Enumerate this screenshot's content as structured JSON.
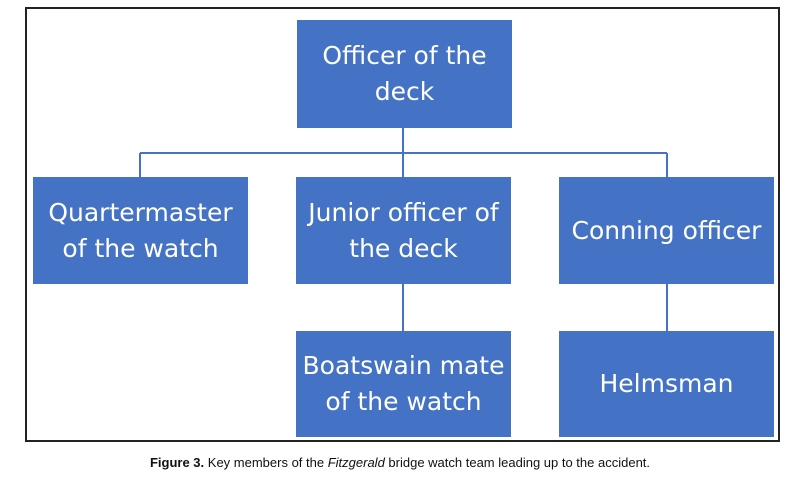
{
  "colors": {
    "box_fill": "#4472c4",
    "connector": "#4472c4",
    "frame_border": "#222222",
    "box_text": "#ffffff"
  },
  "nodes": {
    "officer_of_the_deck": "Officer of the deck",
    "quartermaster": "Quartermaster of the watch",
    "junior_officer": "Junior officer of the deck",
    "conning_officer": "Conning officer",
    "boatswain_mate": "Boatswain mate of the watch",
    "helmsman": "Helmsman"
  },
  "caption": {
    "label": "Figure 3.",
    "before": " Key members of the ",
    "emphasis": "Fitzgerald",
    "after": " bridge watch team leading up to the accident."
  }
}
